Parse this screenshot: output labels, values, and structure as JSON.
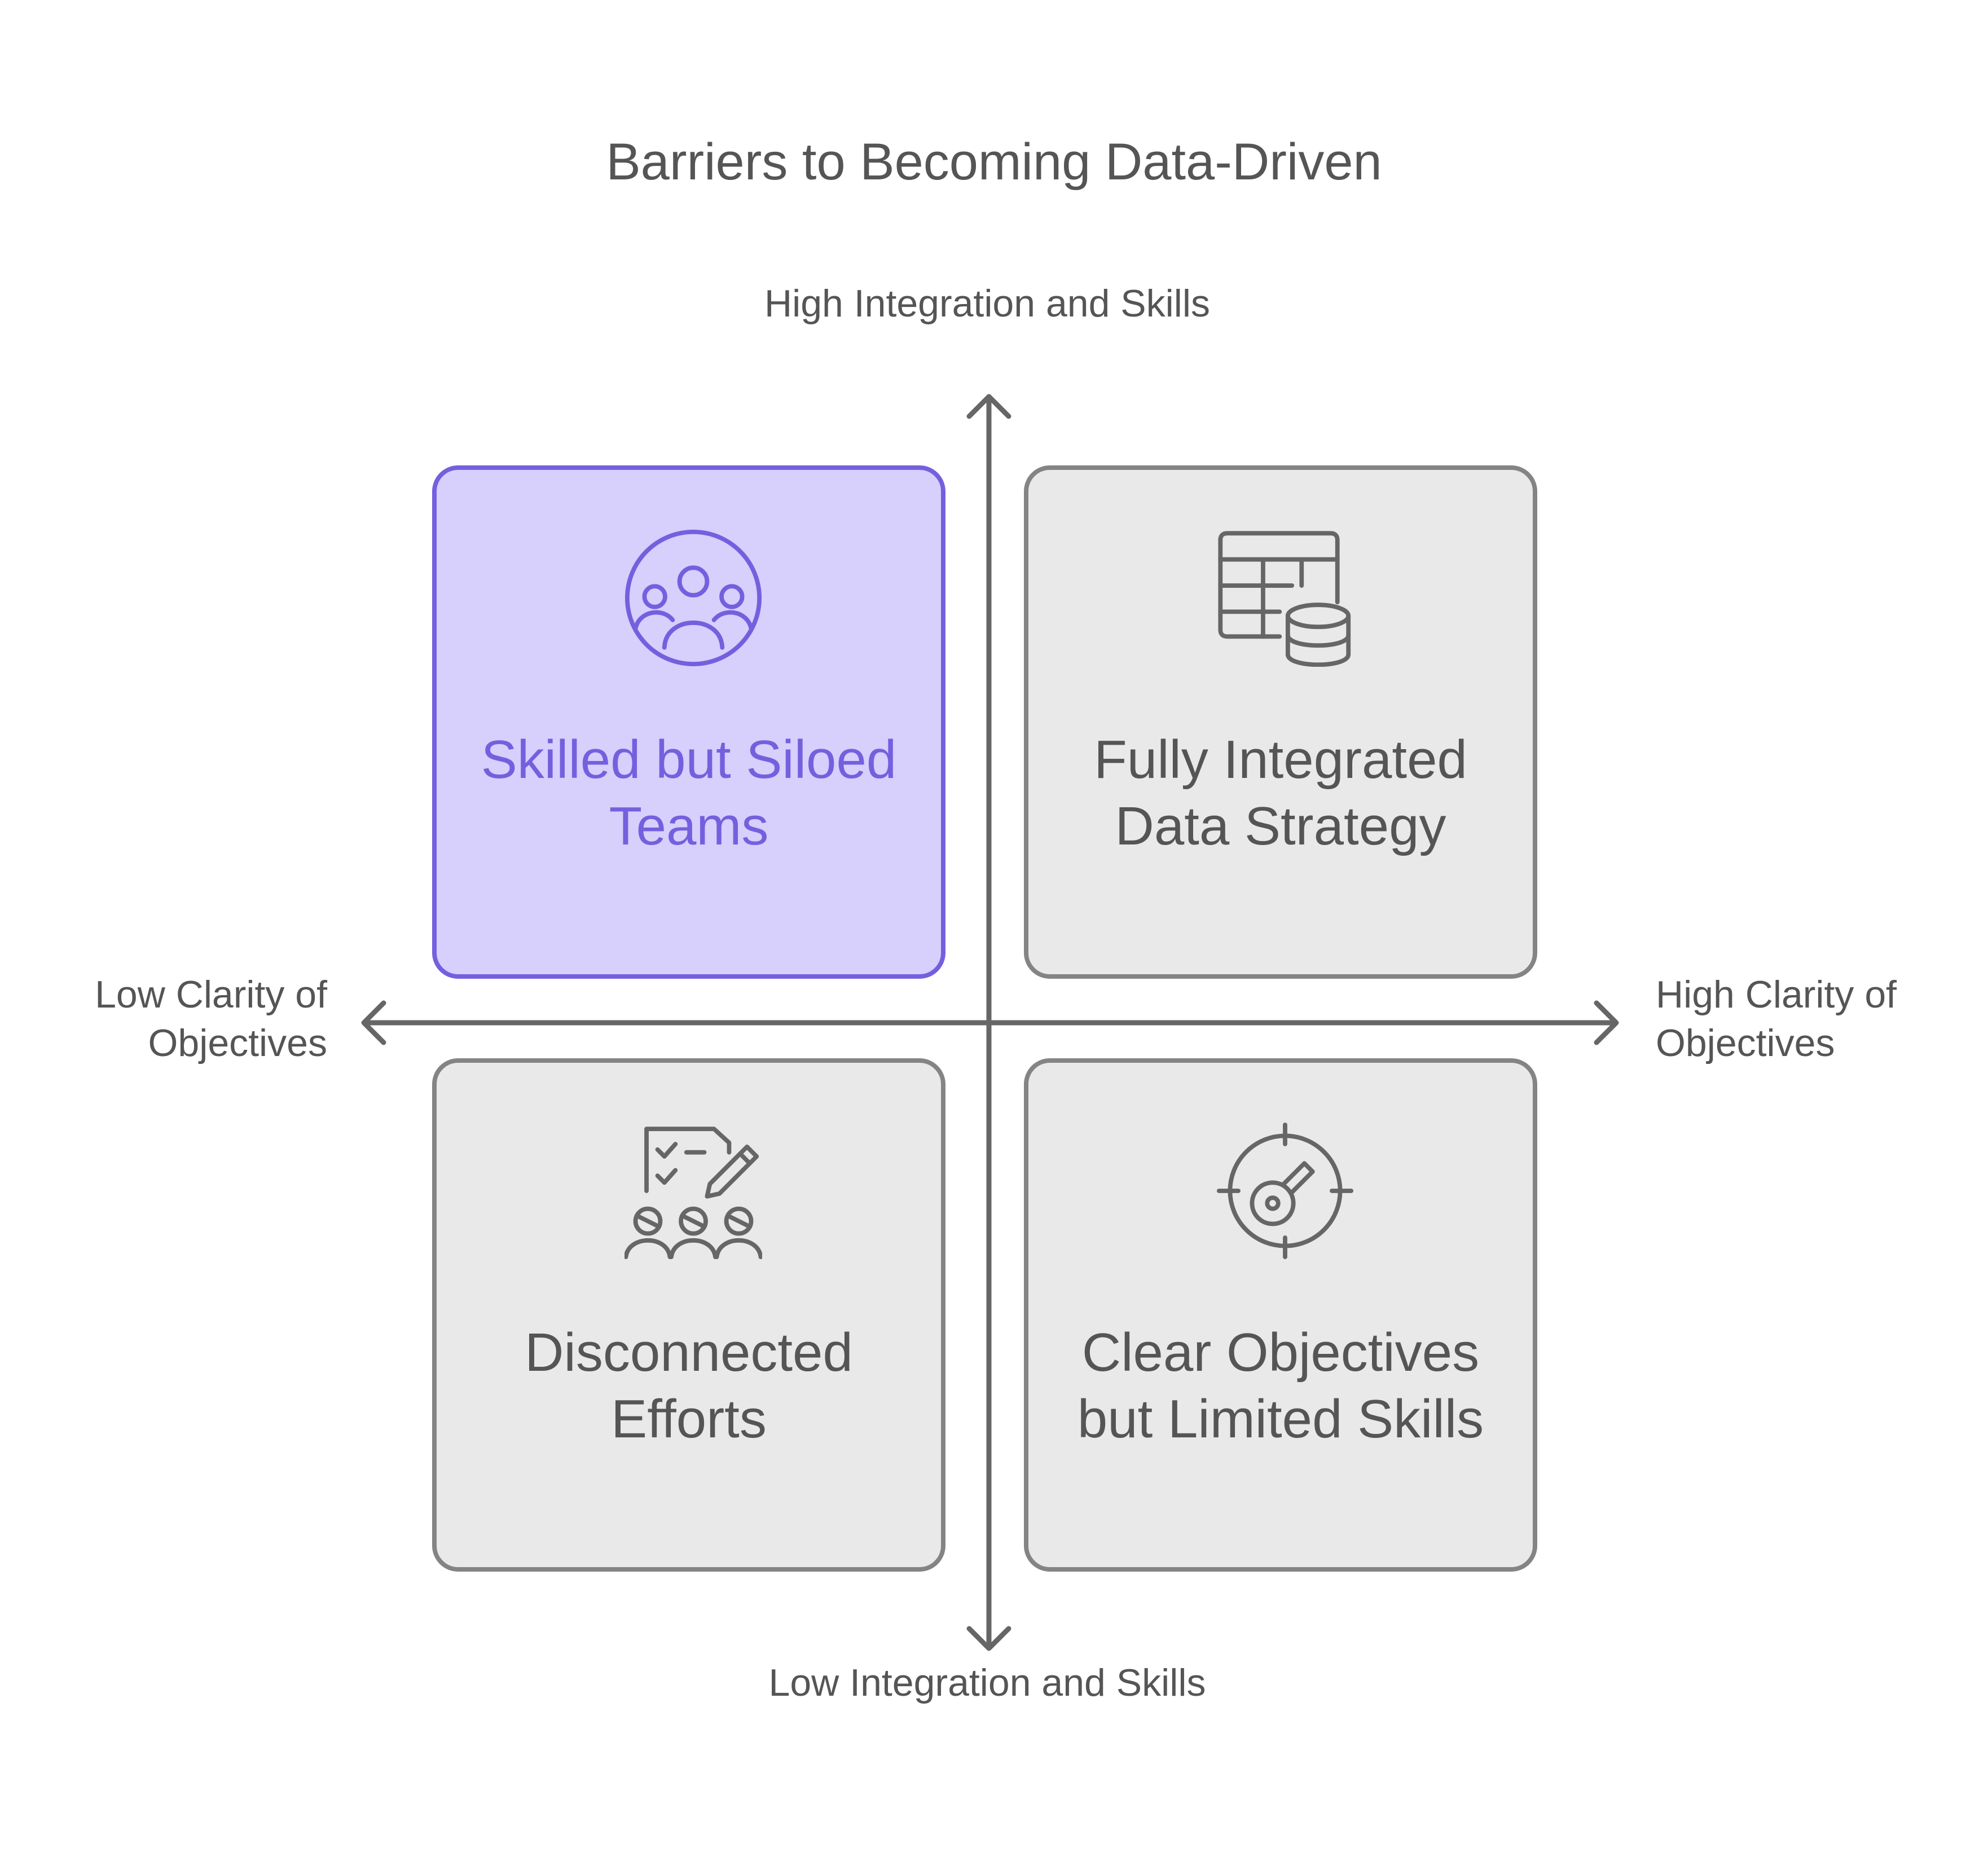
{
  "title": "Barriers to Becoming Data-Driven",
  "axes": {
    "top": "High Integration and Skills",
    "bottom": "Low Integration and Skills",
    "left": "Low Clarity of Objectives",
    "right": "High Clarity of Objectives"
  },
  "quadrants": {
    "top_left": {
      "label": "Skilled but Siloed Teams",
      "icon": "team-circle-icon",
      "highlighted": true
    },
    "top_right": {
      "label": "Fully Integrated Data Strategy",
      "icon": "table-database-icon",
      "highlighted": false
    },
    "bottom_left": {
      "label": "Disconnected Efforts",
      "icon": "checklist-team-icon",
      "highlighted": false
    },
    "bottom_right": {
      "label": "Clear Objectives but Limited Skills",
      "icon": "target-dial-icon",
      "highlighted": false
    }
  },
  "colors": {
    "highlight_fill": "#d7cffc",
    "highlight_stroke": "#7460de",
    "box_fill": "#e9e9e9",
    "box_stroke": "#848484",
    "text": "#555555",
    "axis": "#666666"
  }
}
